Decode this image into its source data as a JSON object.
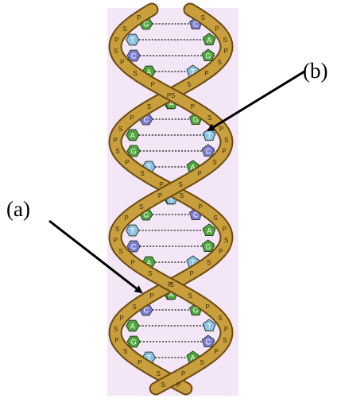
{
  "labels": {
    "a": "(a)",
    "b": "(b)"
  },
  "strand": {
    "letters": [
      "S",
      "P"
    ]
  },
  "bases": {
    "letters": [
      "G",
      "C",
      "T",
      "A"
    ]
  },
  "colors": {
    "panel": "#f3e6f6",
    "backbone": "#c99f3d",
    "backbone_edge": "#6b4a12",
    "base_green": "#4fa83a",
    "base_purple": "#7d7fd8",
    "base_blue": "#8ec4e8",
    "arrow": "#000000"
  }
}
